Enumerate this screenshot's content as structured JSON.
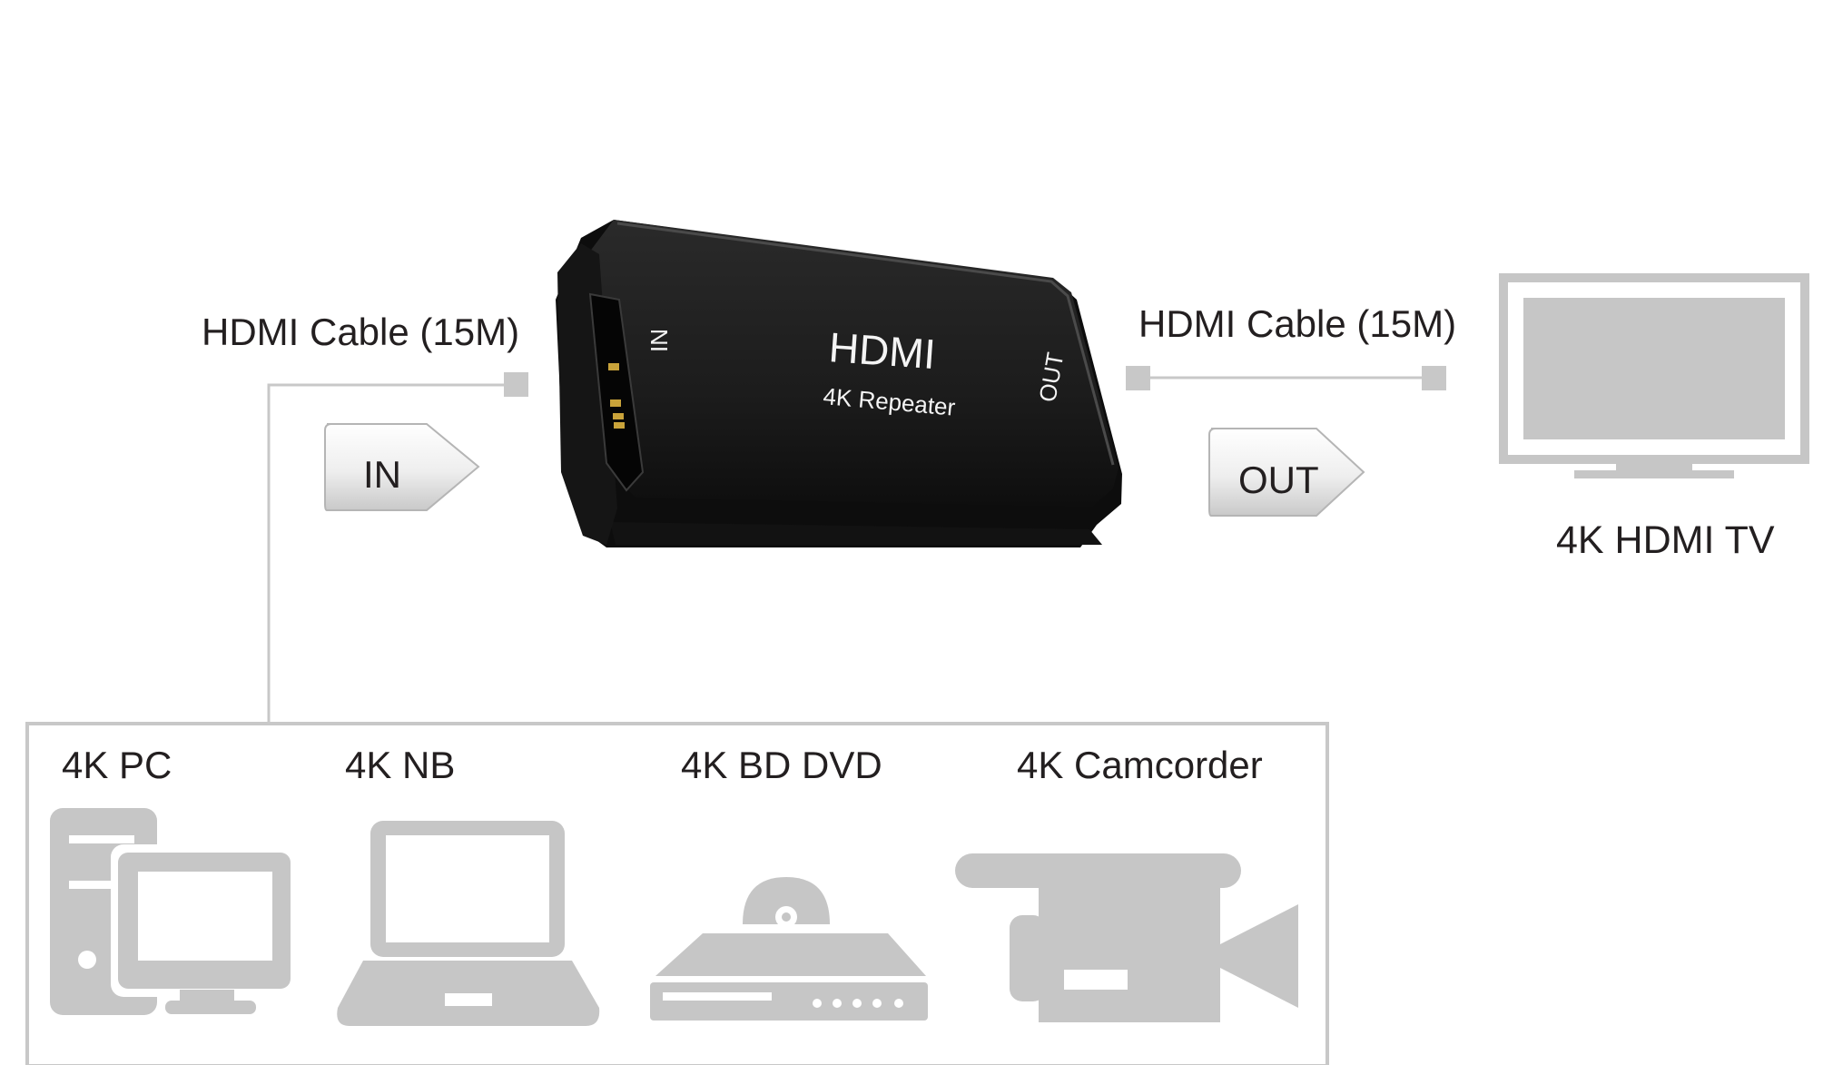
{
  "diagram": {
    "input_cable_label": "HDMI Cable  (15M)",
    "output_cable_label": "HDMI Cable (15M)",
    "in_arrow_label": "IN",
    "out_arrow_label": "OUT",
    "display_label": "4K HDMI TV",
    "device": {
      "brand": "HDMI",
      "model": "4K Repeater",
      "in_port_label": "IN",
      "out_port_label": "OUT",
      "icon": "hdmi-repeater-icon"
    },
    "sources": [
      {
        "label": "4K PC",
        "icon": "desktop-pc-icon"
      },
      {
        "label": "4K NB",
        "icon": "laptop-icon"
      },
      {
        "label": "4K BD DVD",
        "icon": "dvd-player-icon"
      },
      {
        "label": "4K Camcorder",
        "icon": "camcorder-icon"
      }
    ],
    "colors": {
      "icon_gray": "#c6c6c6",
      "line_gray": "#c8c8c8",
      "device_black": "#1c1c1c",
      "text": "#231f20"
    }
  }
}
